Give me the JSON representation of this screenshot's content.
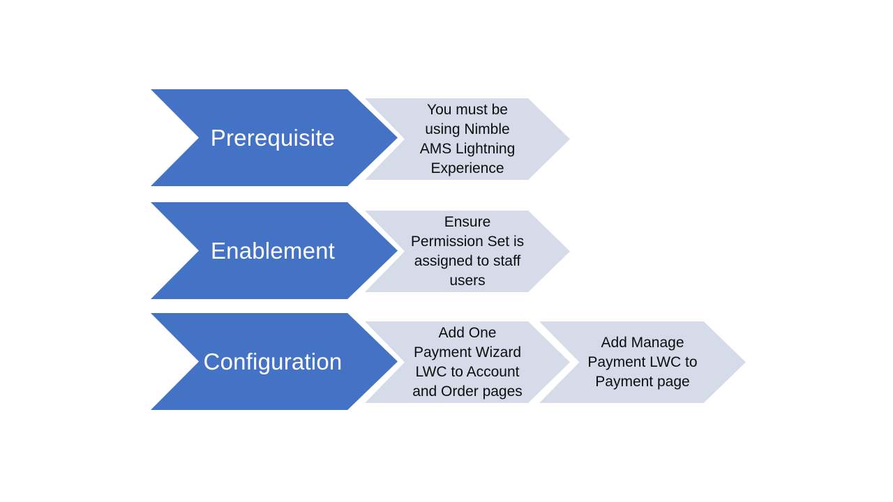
{
  "diagram": {
    "type": "chevron-process",
    "colors": {
      "background": "#ffffff",
      "stage_fill": "#4472c4",
      "stage_text": "#ffffff",
      "step_fill": "#d6dbea",
      "step_text": "#0d0d0d"
    },
    "rows": [
      {
        "stage": "Prerequisite",
        "steps": [
          "You must be\nusing Nimble\nAMS Lightning\nExperience"
        ]
      },
      {
        "stage": "Enablement",
        "steps": [
          "Ensure\nPermission Set is\nassigned to staff\nusers"
        ]
      },
      {
        "stage": "Configuration",
        "steps": [
          "Add One\nPayment Wizard\nLWC to Account\nand Order pages",
          "Add Manage\nPayment LWC to\nPayment page"
        ]
      }
    ]
  }
}
